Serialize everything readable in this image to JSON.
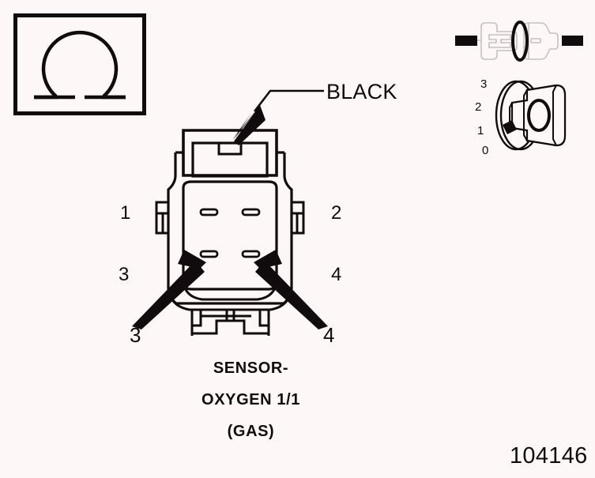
{
  "diagram": {
    "part_number": "104146",
    "connector_color_label": "BLACK",
    "caption": {
      "line1": "SENSOR-",
      "line2": "OXYGEN 1/1",
      "line3": "(GAS)"
    },
    "pin_labels": {
      "top_left": "1",
      "top_right": "2",
      "bottom_left": "3",
      "bottom_right": "4"
    },
    "callouts": [
      {
        "label": "3",
        "points_to_pin": "3"
      },
      {
        "label": "4",
        "points_to_pin": "4"
      }
    ],
    "test_symbol": "ohm-resistance-symbol",
    "ohm_glyph": "Ω",
    "icons": {
      "connector_disconnected": "connector-disconnected-icon",
      "ignition_key": "ignition-key-switch-icon"
    },
    "ignition_key_positions": [
      "3",
      "2",
      "1",
      "0"
    ],
    "ignition_key_selected": "1",
    "colors": {
      "ink": "#120b0d",
      "background": "#fdf8f7",
      "icon_outline": "#c9bfc0"
    }
  }
}
